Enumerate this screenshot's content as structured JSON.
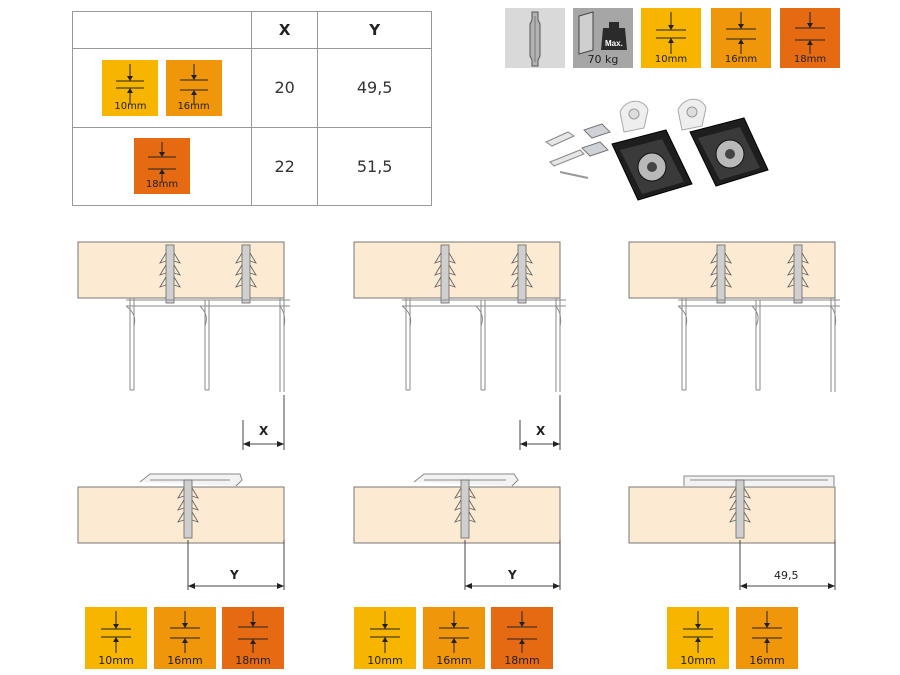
{
  "table": {
    "headers": [
      "",
      "X",
      "Y"
    ],
    "rows": [
      {
        "thickness_labels": [
          "10mm",
          "16mm"
        ],
        "x": "20",
        "y": "49,5"
      },
      {
        "thickness_labels": [
          "18mm"
        ],
        "x": "22",
        "y": "51,5"
      }
    ]
  },
  "top_icons": {
    "door_icon": "door-profile-icon",
    "max_label": "Max.",
    "weight": "70 kg",
    "thickness": [
      "10mm",
      "16mm",
      "18mm"
    ]
  },
  "colors": {
    "yellow": "#F7B500",
    "orange": "#F0960A",
    "dark_orange": "#E56A12",
    "wood": "#FCEBD2",
    "profile": "#9a9a9a"
  },
  "diagrams": [
    {
      "top_label": "X",
      "bottom_label": "Y",
      "swatches": [
        "10mm",
        "16mm",
        "18mm"
      ]
    },
    {
      "top_label": "X",
      "bottom_label": "Y",
      "swatches": [
        "10mm",
        "16mm",
        "18mm"
      ]
    },
    {
      "top_label": "",
      "bottom_label": "49,5",
      "swatches": [
        "10mm",
        "16mm"
      ]
    }
  ]
}
